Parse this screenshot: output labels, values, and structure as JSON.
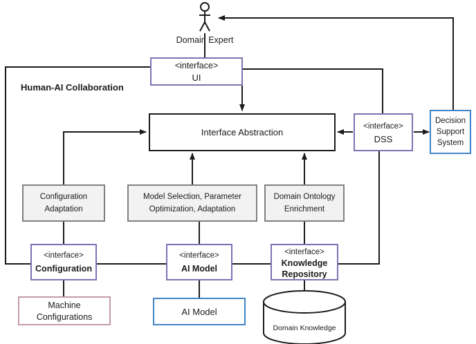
{
  "diagram": {
    "title_label": "Human-AI Collaboration",
    "actor": {
      "name": "Domain Expert",
      "icon": "actor-stick-figure-icon"
    },
    "stereotype": "<interface>",
    "colors": {
      "interface_border": "#7b72b5",
      "plain_border": "#1a1a1a",
      "gray_border": "#808080",
      "gray_fill": "#f2f2f2",
      "blue_border": "#3f84c4",
      "pink_border": "#c49aa8",
      "line": "#1a1a1a",
      "text": "#1a1a1a"
    },
    "nodes": {
      "ui": {
        "stereotype": "<interface>",
        "label": "UI",
        "kind": "interface"
      },
      "interface_abstraction": {
        "label": "Interface Abstraction",
        "kind": "plain"
      },
      "dss": {
        "stereotype": "<interface>",
        "label": "DSS",
        "kind": "interface"
      },
      "decision_support_system": {
        "line1": "Decision",
        "line2": "Support",
        "line3": "System",
        "kind": "blue"
      },
      "configuration_adaptation": {
        "line1": "Configuration",
        "line2": "Adaptation",
        "kind": "gray"
      },
      "model_selection": {
        "line1": "Model Selection, Parameter",
        "line2": "Optimization, Adaptation",
        "kind": "gray"
      },
      "domain_ontology": {
        "line1": "Domain Ontology",
        "line2": "Enrichment",
        "kind": "gray"
      },
      "configuration_interface": {
        "stereotype": "<interface>",
        "label": "Configuration",
        "kind": "interface"
      },
      "ai_model_interface": {
        "stereotype": "<interface>",
        "label": "AI Model",
        "kind": "interface"
      },
      "knowledge_repository_interface": {
        "stereotype": "<interface>",
        "line1": "Knowledge",
        "line2": "Repository",
        "kind": "interface"
      },
      "machine_configurations": {
        "line1": "Machine",
        "line2": "Configurations",
        "kind": "pink"
      },
      "ai_model": {
        "label": "AI Model",
        "kind": "blue"
      },
      "domain_knowledge": {
        "label": "Domain Knowledge",
        "kind": "database-cylinder"
      }
    }
  }
}
